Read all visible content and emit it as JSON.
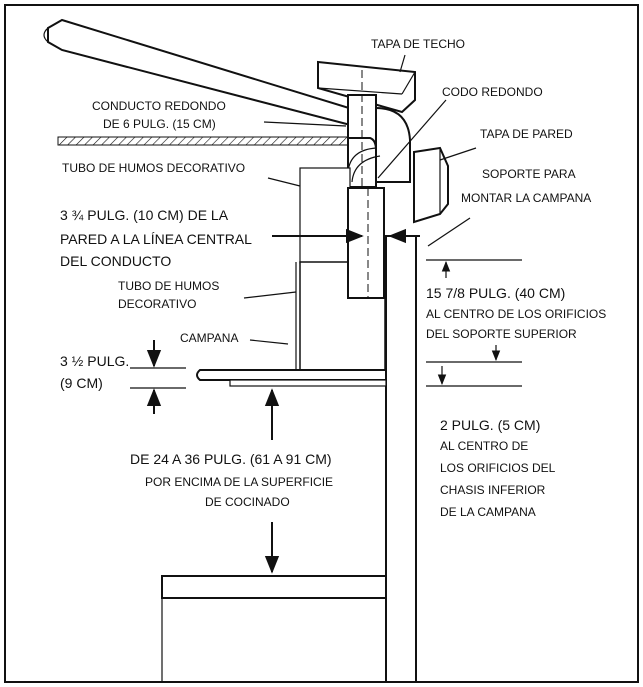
{
  "labels": {
    "roof_cap": "TAPA DE TECHO",
    "round_duct_l1": "CONDUCTO REDONDO",
    "round_duct_l2": "DE 6 PULG. (15 CM)",
    "round_elbow": "CODO REDONDO",
    "wall_cap": "TAPA DE PARED",
    "decor_flue_top": "TUBO DE HUMOS DECORATIVO",
    "mount_bracket_l1": "SOPORTE PARA",
    "mount_bracket_l2": "MONTAR LA CAMPANA",
    "dist_center_l1": "3 ¾ PULG. (10 CM) DE LA",
    "dist_center_l2": "PARED A LA LÍNEA CENTRAL",
    "dist_center_l3": "DEL CONDUCTO",
    "decor_flue_l1": "TUBO DE HUMOS",
    "decor_flue_l2": "DECORATIVO",
    "hood": "CAMPANA",
    "bracket_height_l1": "15 7/8 PULG. (40 CM)",
    "bracket_height_l2": "AL CENTRO DE LOS ORIFICIOS",
    "bracket_height_l3": "DEL SOPORTE SUPERIOR",
    "hood_thickness_l1": "3 ½ PULG.",
    "hood_thickness_l2": "(9 CM)",
    "chassis_l1": "2 PULG. (5 CM)",
    "chassis_l2": "AL CENTRO DE",
    "chassis_l3": "LOS ORIFICIOS DEL",
    "chassis_l4": "CHASIS INFERIOR",
    "chassis_l5": "DE LA CAMPANA",
    "cook_height_l1": "DE 24 A 36 PULG. (61 A 91 CM)",
    "cook_height_l2": "POR ENCIMA DE LA SUPERFICIE",
    "cook_height_l3": "DE COCINADO"
  }
}
